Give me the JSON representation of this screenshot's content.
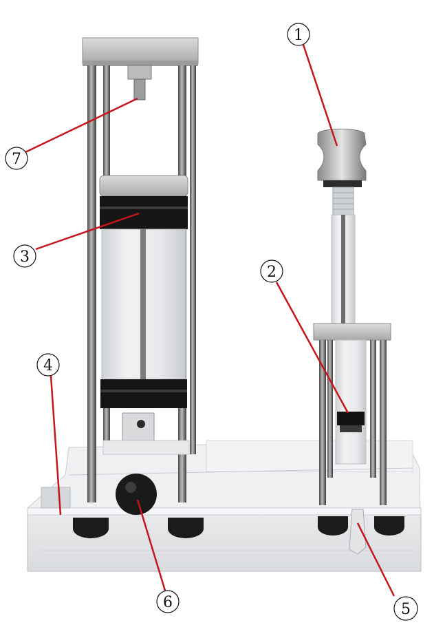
{
  "figure": {
    "callouts": [
      {
        "label": "1"
      },
      {
        "label": "2"
      },
      {
        "label": "3"
      },
      {
        "label": "4"
      },
      {
        "label": "5"
      },
      {
        "label": "6"
      },
      {
        "label": "7"
      }
    ],
    "colors": {
      "leader_line": "#c4161c",
      "metal_light": "#c9c9c9",
      "metal_dark": "#6e6e6e",
      "rubber": "#1b1b1b",
      "acrylic": "#e6e8ea"
    }
  }
}
